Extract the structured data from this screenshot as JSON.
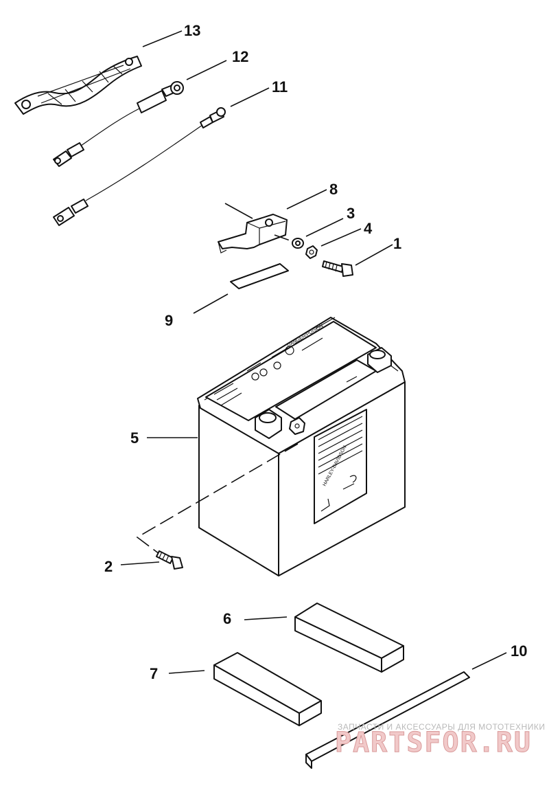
{
  "callouts": [
    {
      "id": "13",
      "label": "13"
    },
    {
      "id": "12",
      "label": "12"
    },
    {
      "id": "11",
      "label": "11"
    },
    {
      "id": "8",
      "label": "8"
    },
    {
      "id": "3",
      "label": "3"
    },
    {
      "id": "4",
      "label": "4"
    },
    {
      "id": "1",
      "label": "1"
    },
    {
      "id": "9",
      "label": "9"
    },
    {
      "id": "5",
      "label": "5"
    },
    {
      "id": "2",
      "label": "2"
    },
    {
      "id": "6",
      "label": "6"
    },
    {
      "id": "7",
      "label": "7"
    },
    {
      "id": "10",
      "label": "10"
    }
  ],
  "battery_label": {
    "brand": "HARLEY-DAVIDSON",
    "danger": "DANGER/POISON"
  },
  "watermark": {
    "tagline": "ЗАПЧАСТИ И АКСЕССУАРЫ ДЛЯ МОТОТЕХНИКИ",
    "brand": "PARTSFOR.RU"
  }
}
